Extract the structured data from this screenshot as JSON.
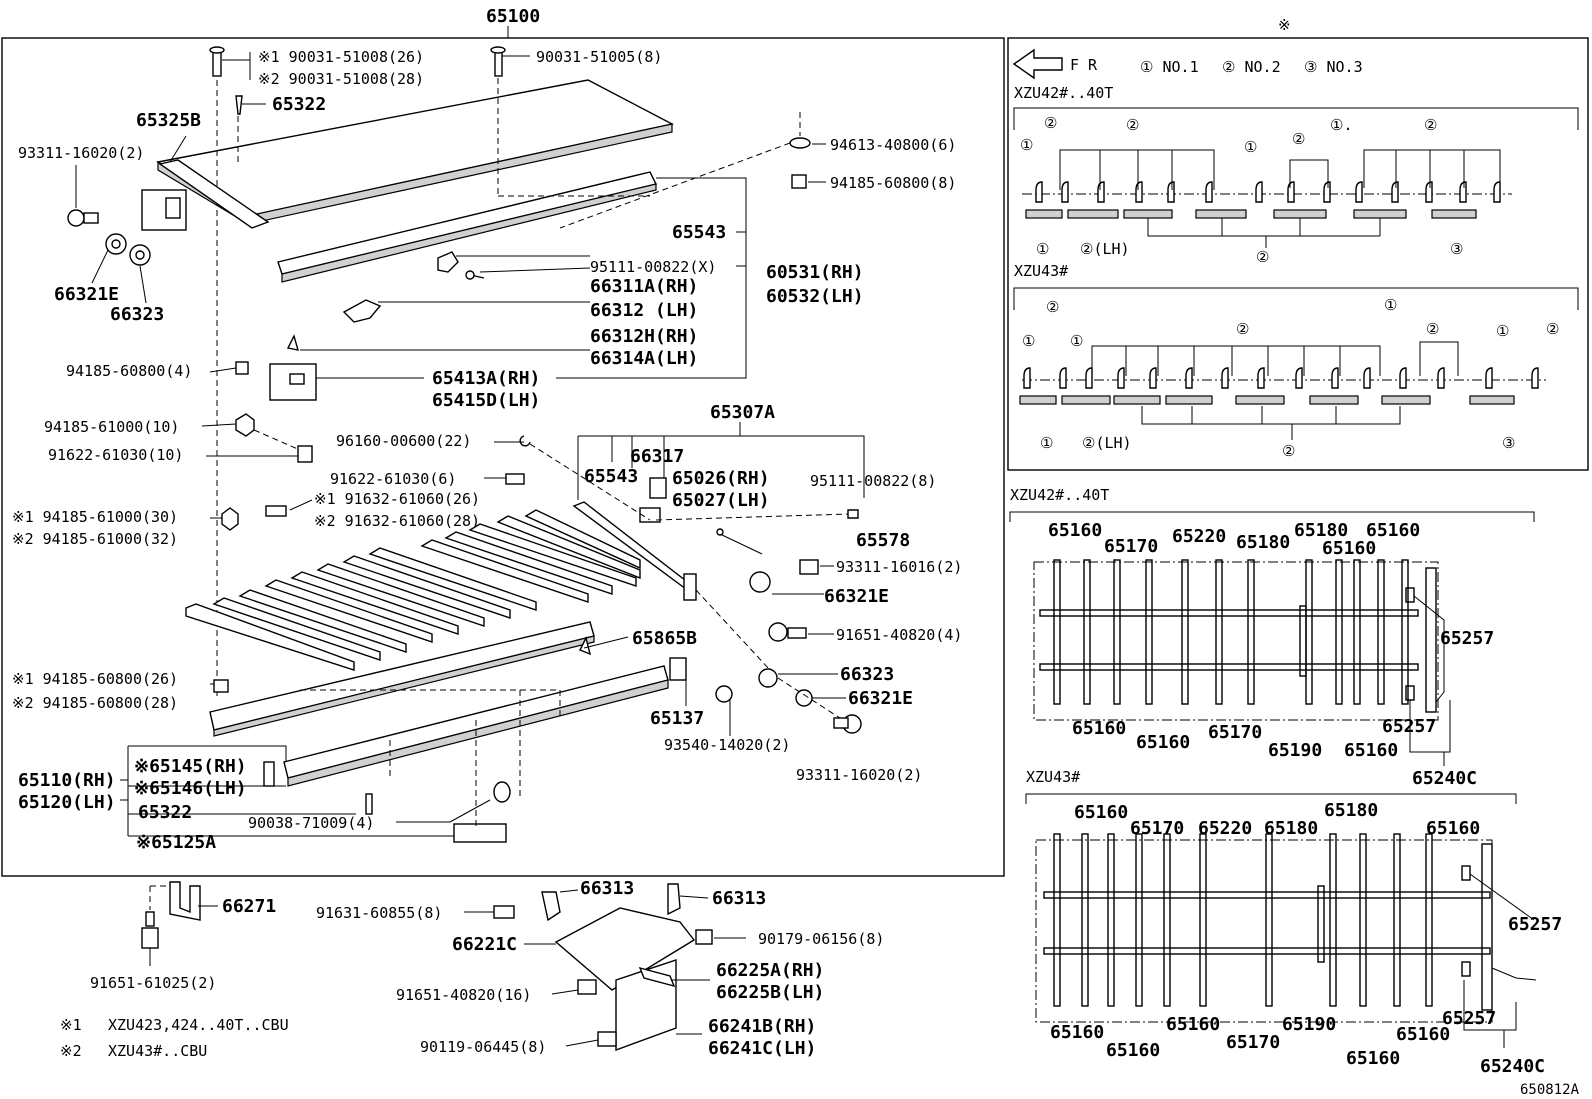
{
  "main": {
    "title": "65100",
    "labels": {
      "s1_bolt": "※1 90031-51008(26)",
      "s2_bolt": "※2 90031-51008(28)",
      "screw_8": "90031-51005(8)",
      "p65322_top": "65322",
      "p65325b": "65325B",
      "p93311_2": "93311-16020(2)",
      "p94613": "94613-40800(6)",
      "p94185_8": "94185-60800(8)",
      "p65543": "65543",
      "p95111_x": "95111-00822(X)",
      "p60531": "60531(RH)",
      "p60532": "60532(LH)",
      "p66311a": "66311A(RH)",
      "p66312": "66312  (LH)",
      "p66321e_a": "66321E",
      "p66323_a": "66323",
      "p66312h": "66312H(RH)",
      "p66314a": "66314A(LH)",
      "p94185_4": "94185-60800(4)",
      "p65413a": "65413A(RH)",
      "p65415d": "65415D(LH)",
      "p94185_10": "94185-61000(10)",
      "p91622_10": "91622-61030(10)",
      "p65307a": "65307A",
      "p96160": "96160-00600(22)",
      "p66317": "66317",
      "p91622_6": "91622-61030(6)",
      "p65543_b": "65543",
      "p65026": "65026(RH)",
      "p65027": "65027(LH)",
      "p95111_8": "95111-00822(8)",
      "s1_94185_30": "※1 94185-61000(30)",
      "s2_94185_32": "※2 94185-61000(32)",
      "s1_91632": "※1 91632-61060(26)",
      "s2_91632": "※2 91632-61060(28)",
      "p65578": "65578",
      "p93311_16016": "93311-16016(2)",
      "p66321e_b": "66321E",
      "p91651_4": "91651-40820(4)",
      "p65865b": "65865B",
      "p66323_b": "66323",
      "p66321e_c": "66321E",
      "s1_94185_26": "※1 94185-60800(26)",
      "s2_94185_28": "※2 94185-60800(28)",
      "p65137": "65137",
      "p93540": "93540-14020(2)",
      "p93311_16020b": "93311-16020(2)",
      "p65145": "※65145(RH)",
      "p65146": "※65146(LH)",
      "p65110": "65110(RH)",
      "p65120": "65120(LH)",
      "p65322_b": "65322",
      "p90038": "90038-71009(4)",
      "p65125a": "※65125A"
    }
  },
  "bottom": {
    "p66271": "66271",
    "p91651_61025": "91651-61025(2)",
    "p91631": "91631-60855(8)",
    "p66313_a": "66313",
    "p66313_b": "66313",
    "p66221c": "66221C",
    "p90179": "90179-06156(8)",
    "p66225a": "66225A(RH)",
    "p66225b": "66225B(LH)",
    "p91651_16": "91651-40820(16)",
    "p90119": "90119-06445(8)",
    "p66241b": "66241B(RH)",
    "p66241c": "66241C(LH)",
    "note1_mark": "※1",
    "note1_text": "XZU423,424..40T..CBU",
    "note2_mark": "※2",
    "note2_text": "XZU43#..CBU"
  },
  "legend": {
    "mark": "※",
    "fr": "F R",
    "no1": "① NO.1",
    "no2": "② NO.2",
    "no3": "③ NO.3",
    "title1": "XZU42#..40T",
    "title2": "XZU43#",
    "c1": "①",
    "c2": "②",
    "c3": "③",
    "c2lh": "②(LH)",
    "c1dot": "①."
  },
  "frame1": {
    "title": "XZU42#..40T",
    "p65160_a": "65160",
    "p65170_a": "65170",
    "p65220": "65220",
    "p65180_a": "65180",
    "p65180_b": "65180",
    "p65160_b": "65160",
    "p65160_c": "65160",
    "p65257_a": "65257",
    "p65160_d": "65160",
    "p65160_e": "65160",
    "p65170_b": "65170",
    "p65190": "65190",
    "p65160_f": "65160",
    "p65257_b": "65257",
    "p65240c": "65240C"
  },
  "frame2": {
    "title": "XZU43#",
    "p65160_a": "65160",
    "p65170_a": "65170",
    "p65220": "65220",
    "p65180_a": "65180",
    "p65180_b": "65180",
    "p65160_b": "65160",
    "p65257_a": "65257",
    "p65160_c": "65160",
    "p65160_d": "65160",
    "p65160_e": "65160",
    "p65170_b": "65170",
    "p65190": "65190",
    "p65160_f": "65160",
    "p65160_g": "65160",
    "p65257_b": "65257",
    "p65240c": "65240C"
  },
  "figure_code": "650812A"
}
